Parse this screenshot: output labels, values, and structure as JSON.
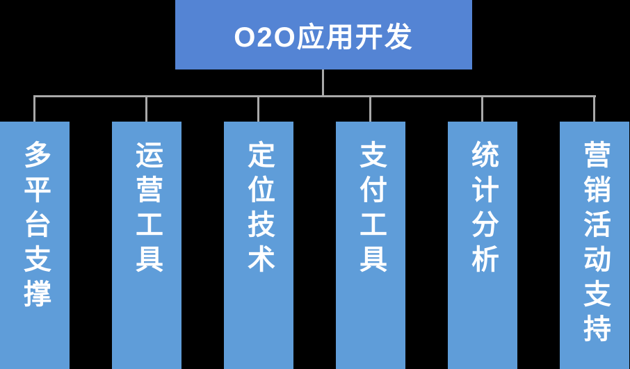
{
  "diagram": {
    "type": "org-chart",
    "root": {
      "label": "O2O应用开发"
    },
    "children": [
      {
        "label": "多平台支撑"
      },
      {
        "label": "运营工具"
      },
      {
        "label": "定位技术"
      },
      {
        "label": "支付工具"
      },
      {
        "label": "统计分析"
      },
      {
        "label": "营销活动支持"
      }
    ],
    "colors": {
      "background": "#000000",
      "root_fill": "#5484D4",
      "branch_fill": "#5F9DD9",
      "connector": "#A9A9A9",
      "text": "#FFFFFF"
    }
  }
}
